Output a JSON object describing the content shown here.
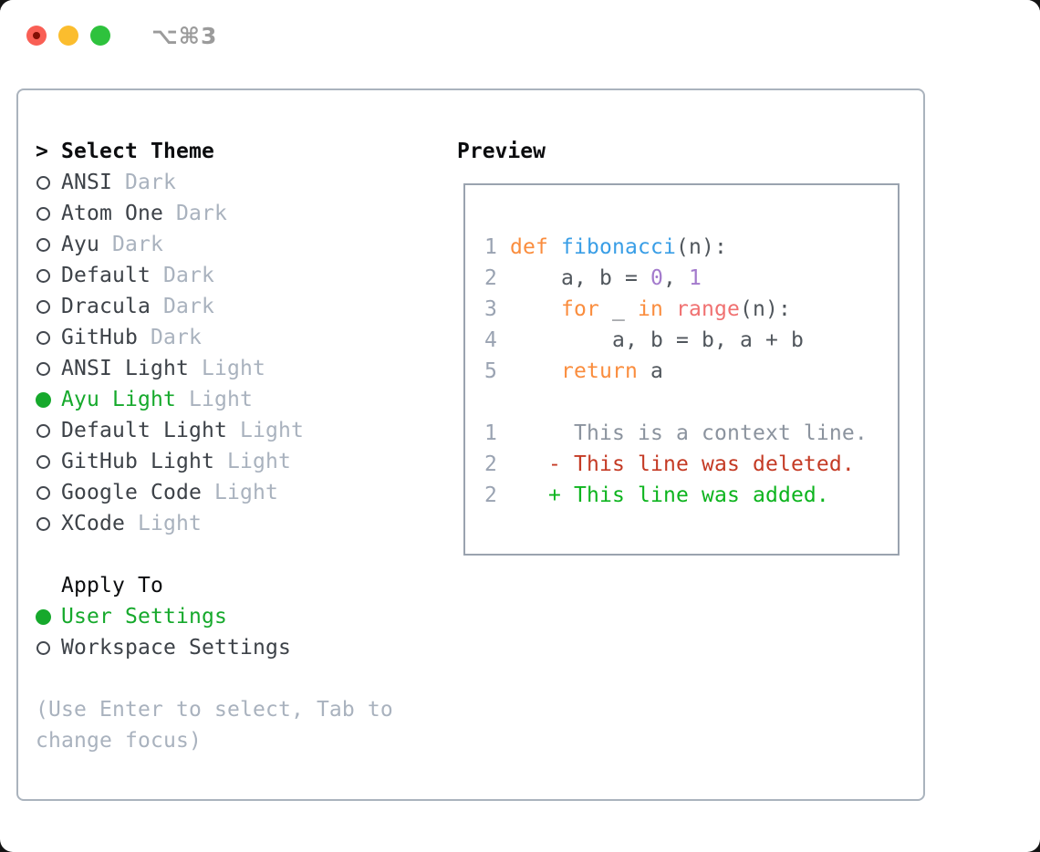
{
  "titlebar": {
    "shortcut": "⌥⌘3",
    "buttons": [
      {
        "name": "close",
        "color": "#f95f55",
        "dot": "#820f05"
      },
      {
        "name": "minimize",
        "color": "#fbbd2e"
      },
      {
        "name": "zoom",
        "color": "#2ec23d"
      }
    ]
  },
  "theme_list": {
    "prompt": ">",
    "title": "Select Theme",
    "items": [
      {
        "name": "ANSI",
        "variant": "Dark",
        "selected": false
      },
      {
        "name": "Atom One",
        "variant": "Dark",
        "selected": false
      },
      {
        "name": "Ayu",
        "variant": "Dark",
        "selected": false
      },
      {
        "name": "Default",
        "variant": "Dark",
        "selected": false
      },
      {
        "name": "Dracula",
        "variant": "Dark",
        "selected": false
      },
      {
        "name": "GitHub",
        "variant": "Dark",
        "selected": false
      },
      {
        "name": "ANSI Light",
        "variant": "Light",
        "selected": false
      },
      {
        "name": "Ayu Light",
        "variant": "Light",
        "selected": true
      },
      {
        "name": "Default Light",
        "variant": "Light",
        "selected": false
      },
      {
        "name": "GitHub Light",
        "variant": "Light",
        "selected": false
      },
      {
        "name": "Google Code",
        "variant": "Light",
        "selected": false
      },
      {
        "name": "XCode",
        "variant": "Light",
        "selected": false
      }
    ]
  },
  "apply_to": {
    "title": "Apply To",
    "options": [
      {
        "label": "User Settings",
        "selected": true
      },
      {
        "label": "Workspace Settings",
        "selected": false
      }
    ]
  },
  "help": {
    "line1": "(Use Enter to select, Tab to",
    "line2": "change focus)"
  },
  "preview": {
    "title": "Preview",
    "lines": [
      {
        "num": "1",
        "tokens": [
          [
            "kw",
            "def"
          ],
          [
            "fg",
            " "
          ],
          [
            "fn",
            "fibonacci"
          ],
          [
            "fg",
            "(n):"
          ]
        ]
      },
      {
        "num": "2",
        "tokens": [
          [
            "fg",
            "    a, b = "
          ],
          [
            "num",
            "0"
          ],
          [
            "fg",
            ", "
          ],
          [
            "num",
            "1"
          ]
        ]
      },
      {
        "num": "3",
        "tokens": [
          [
            "fg",
            "    "
          ],
          [
            "kw",
            "for"
          ],
          [
            "fg",
            " _ "
          ],
          [
            "kw",
            "in"
          ],
          [
            "fg",
            " "
          ],
          [
            "sp",
            "range"
          ],
          [
            "fg",
            "(n):"
          ]
        ]
      },
      {
        "num": "4",
        "tokens": [
          [
            "fg",
            "        a, b = b, a + b"
          ]
        ]
      },
      {
        "num": "5",
        "tokens": [
          [
            "fg",
            "    "
          ],
          [
            "kw",
            "return"
          ],
          [
            "fg",
            " a"
          ]
        ]
      },
      {
        "num": "",
        "tokens": []
      },
      {
        "num": "1",
        "tokens": [
          [
            "ctx",
            "     This is a context line."
          ]
        ]
      },
      {
        "num": "2",
        "tokens": [
          [
            "del",
            "   - This line was deleted."
          ]
        ]
      },
      {
        "num": "2",
        "tokens": [
          [
            "add",
            "   + This line was added."
          ]
        ]
      }
    ]
  },
  "colors": {
    "kw": "#fa8d3e",
    "fn": "#399ee6",
    "num": "#a37acc",
    "sp": "#f07171",
    "fg": "#50565c",
    "ctx": "#8b939e",
    "del": "#c43a24",
    "add": "#0db41e",
    "linenum": "#9aa3b2",
    "selected": "#16a92c",
    "item_text": "#3d4248",
    "muted": "#a9b2be"
  }
}
